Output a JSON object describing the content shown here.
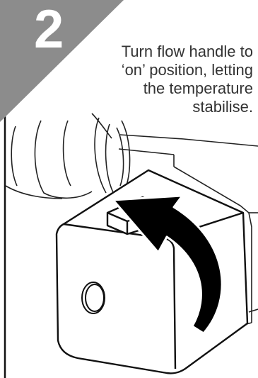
{
  "step": {
    "number": "2",
    "banner_color": "#8c8c8c"
  },
  "instruction": {
    "text": "Turn flow handle to\n‘on’ position, letting\nthe temperature\nstabilise."
  },
  "illustration": {
    "arrow_color": "#000000",
    "line_color": "#000000",
    "icons": [
      "flow-handle",
      "rotate-arrow-icon",
      "faucet-body"
    ]
  }
}
